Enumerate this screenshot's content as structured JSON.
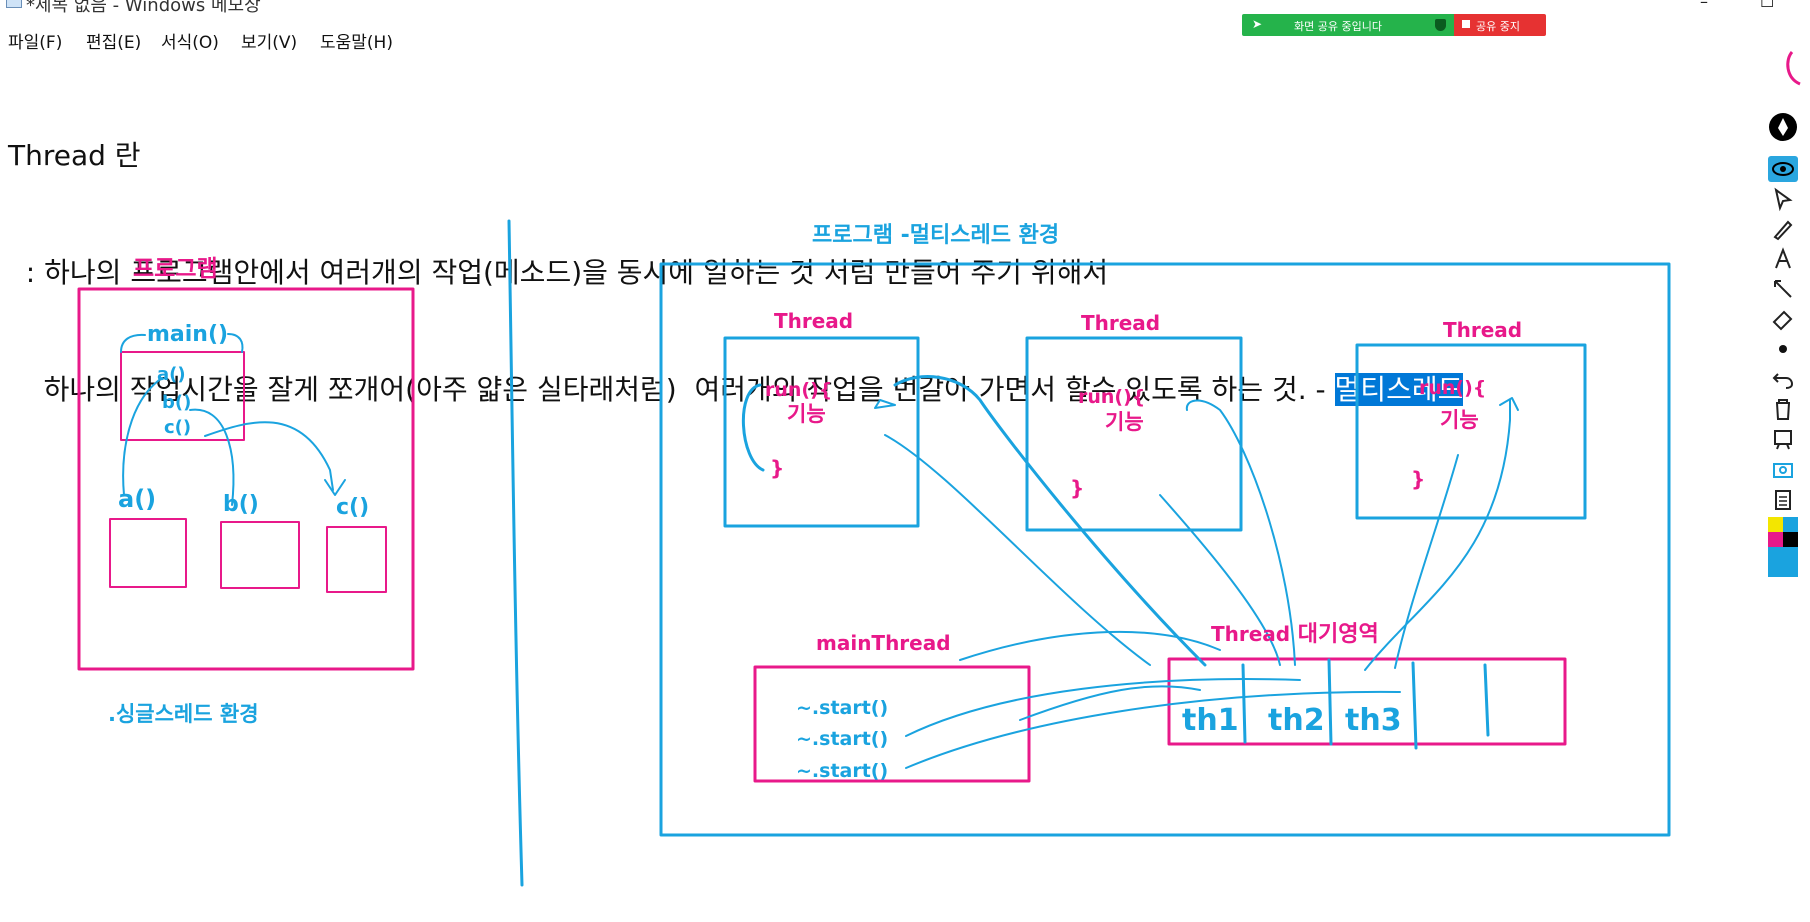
{
  "window": {
    "title": "*제목 없음 - Windows 메모장",
    "minimize_glyph": "–",
    "maximize_glyph": "☐"
  },
  "menu": [
    {
      "label": "파일(F)"
    },
    {
      "label": "편집(E)"
    },
    {
      "label": "서식(O)"
    },
    {
      "label": "보기(V)"
    },
    {
      "label": "도움말(H)"
    }
  ],
  "share_bar": {
    "status_text": "화면 공유 중입니다",
    "stop_label": "공유 중지",
    "colors": {
      "active": "#25b34b",
      "stop": "#e63232"
    }
  },
  "document": {
    "line1": "Thread 란",
    "line2": "  : 하나의 프로그램안에서 여러개의 작업(메소드)을 동시에 일하는 것 처럼 만들어 주기 위해서",
    "line3_pre": "    하나의 작업시간을 잘게 쪼개어(아주 얇은 실타래처럼)  여러개의 작업을 번갈아 가면서 할수 있도록 하는 것. - ",
    "line3_selected": "멀티스레드"
  },
  "drawing": {
    "single": {
      "title": "프로그램",
      "main_label": "main()",
      "main_calls": [
        "a()",
        "b()",
        "c()"
      ],
      "method_labels": [
        "a()",
        "b()",
        "c()"
      ],
      "caption": ".싱글스레드 환경"
    },
    "multi": {
      "title": "프로그램  -멀티스레드 환경",
      "thread_boxes": [
        {
          "title": "Thread",
          "run": "run(){",
          "body": "기능",
          "close": "}"
        },
        {
          "title": "Thread",
          "run": "run(){",
          "body": "기능",
          "close": "}"
        },
        {
          "title": "Thread",
          "run": "run(){",
          "body": "기능",
          "close": "}"
        }
      ],
      "main_thread": {
        "title": "mainThread",
        "calls": [
          "~.start()",
          "~.start()",
          "~.start()"
        ]
      },
      "waiting_area": {
        "title_blue": "Thread",
        "title_pink": " 대기영역",
        "slots": [
          "th1",
          "th2",
          "th3"
        ]
      }
    },
    "colors": {
      "pink": "#e8198a",
      "blue": "#1aa3df"
    }
  },
  "toolbar": {
    "tools": [
      {
        "icon": "pen-logo-icon"
      },
      {
        "icon": "eye-icon"
      },
      {
        "icon": "cursor-icon"
      },
      {
        "icon": "pen-icon"
      },
      {
        "icon": "text-icon"
      },
      {
        "icon": "line-icon"
      },
      {
        "icon": "eraser-icon"
      },
      {
        "icon": "dot-icon"
      },
      {
        "icon": "undo-icon"
      },
      {
        "icon": "trash-icon"
      },
      {
        "icon": "board-icon"
      },
      {
        "icon": "camera-icon"
      },
      {
        "icon": "clipboard-icon"
      }
    ],
    "swatches": [
      "#f3e600",
      "#1aa3df",
      "#e8198a",
      "#000000",
      "#1aa3df"
    ]
  }
}
